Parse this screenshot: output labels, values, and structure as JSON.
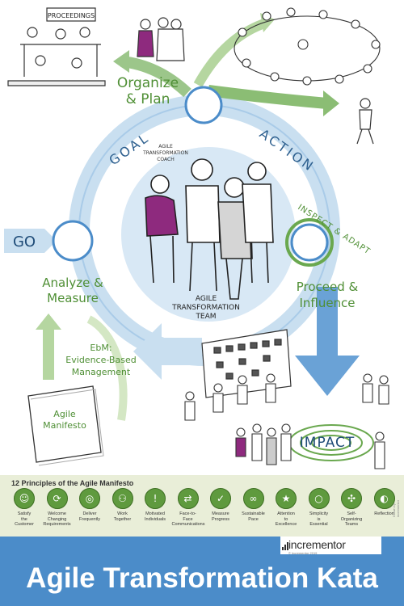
{
  "diagram": {
    "proceedings_sign": "PROCEEDINGS",
    "organize_plan": [
      "Organize",
      "& Plan"
    ],
    "goal": "GOAL",
    "action": "ACTION",
    "go": "GO",
    "coach_label": [
      "AGILE",
      "TRANSFORMATION",
      "COACH"
    ],
    "team_label": [
      "AGILE",
      "TRANSFORMATION",
      "TEAM"
    ],
    "inspect_adapt": "INSPECT & ADAPT",
    "analyze_measure": [
      "Analyze &",
      "Measure"
    ],
    "proceed_influence": [
      "Proceed &",
      "Influence"
    ],
    "ebm": [
      "EbM:",
      "Evidence-Based",
      "Management"
    ],
    "agile_manifesto": [
      "Agile",
      "Manifesto"
    ],
    "impact": "IMPACT"
  },
  "principles": {
    "title": "12 Principles of the Agile Manifesto",
    "items": [
      {
        "label": [
          "Satisfy",
          "the",
          "Customer"
        ],
        "icon": "satisfy-customer-icon",
        "glyph": "☺"
      },
      {
        "label": [
          "Welcome",
          "Changing",
          "Requirements"
        ],
        "icon": "changing-requirements-icon",
        "glyph": "⟳"
      },
      {
        "label": [
          "Deliver",
          "Frequently"
        ],
        "icon": "deliver-icon",
        "glyph": "◎"
      },
      {
        "label": [
          "Work",
          "Together"
        ],
        "icon": "work-together-icon",
        "glyph": "⚇"
      },
      {
        "label": [
          "Motivated",
          "Individuals"
        ],
        "icon": "motivated-icon",
        "glyph": "!"
      },
      {
        "label": [
          "Face-to-",
          "Face",
          "Communications"
        ],
        "icon": "face-to-face-icon",
        "glyph": "⇄"
      },
      {
        "label": [
          "Measure",
          "Progress"
        ],
        "icon": "measure-progress-icon",
        "glyph": "✓"
      },
      {
        "label": [
          "Sustainable",
          "Pace"
        ],
        "icon": "sustainable-pace-icon",
        "glyph": "∞"
      },
      {
        "label": [
          "Attention",
          "to",
          "Excellence"
        ],
        "icon": "excellence-icon",
        "glyph": "★"
      },
      {
        "label": [
          "Simplicity",
          "is",
          "Essential"
        ],
        "icon": "simplicity-icon",
        "glyph": "○"
      },
      {
        "label": [
          "Self-",
          "Organizing",
          "Teams"
        ],
        "icon": "self-organizing-icon",
        "glyph": "✣"
      },
      {
        "label": [
          "Reflection"
        ],
        "icon": "reflection-icon",
        "glyph": "◐"
      }
    ]
  },
  "footer": {
    "brand": "incrementor",
    "brand_copy": "© Incrementor 2019",
    "title": "Agile Transformation Kata",
    "side_credit": "Drawn by incrementor"
  },
  "colors": {
    "blue": "#4b8cc9",
    "light_blue": "#c9dff0",
    "green": "#6aa84f",
    "light_green": "#c4dca8",
    "purple": "#8e2a7e",
    "strip": "#e9eed8"
  }
}
